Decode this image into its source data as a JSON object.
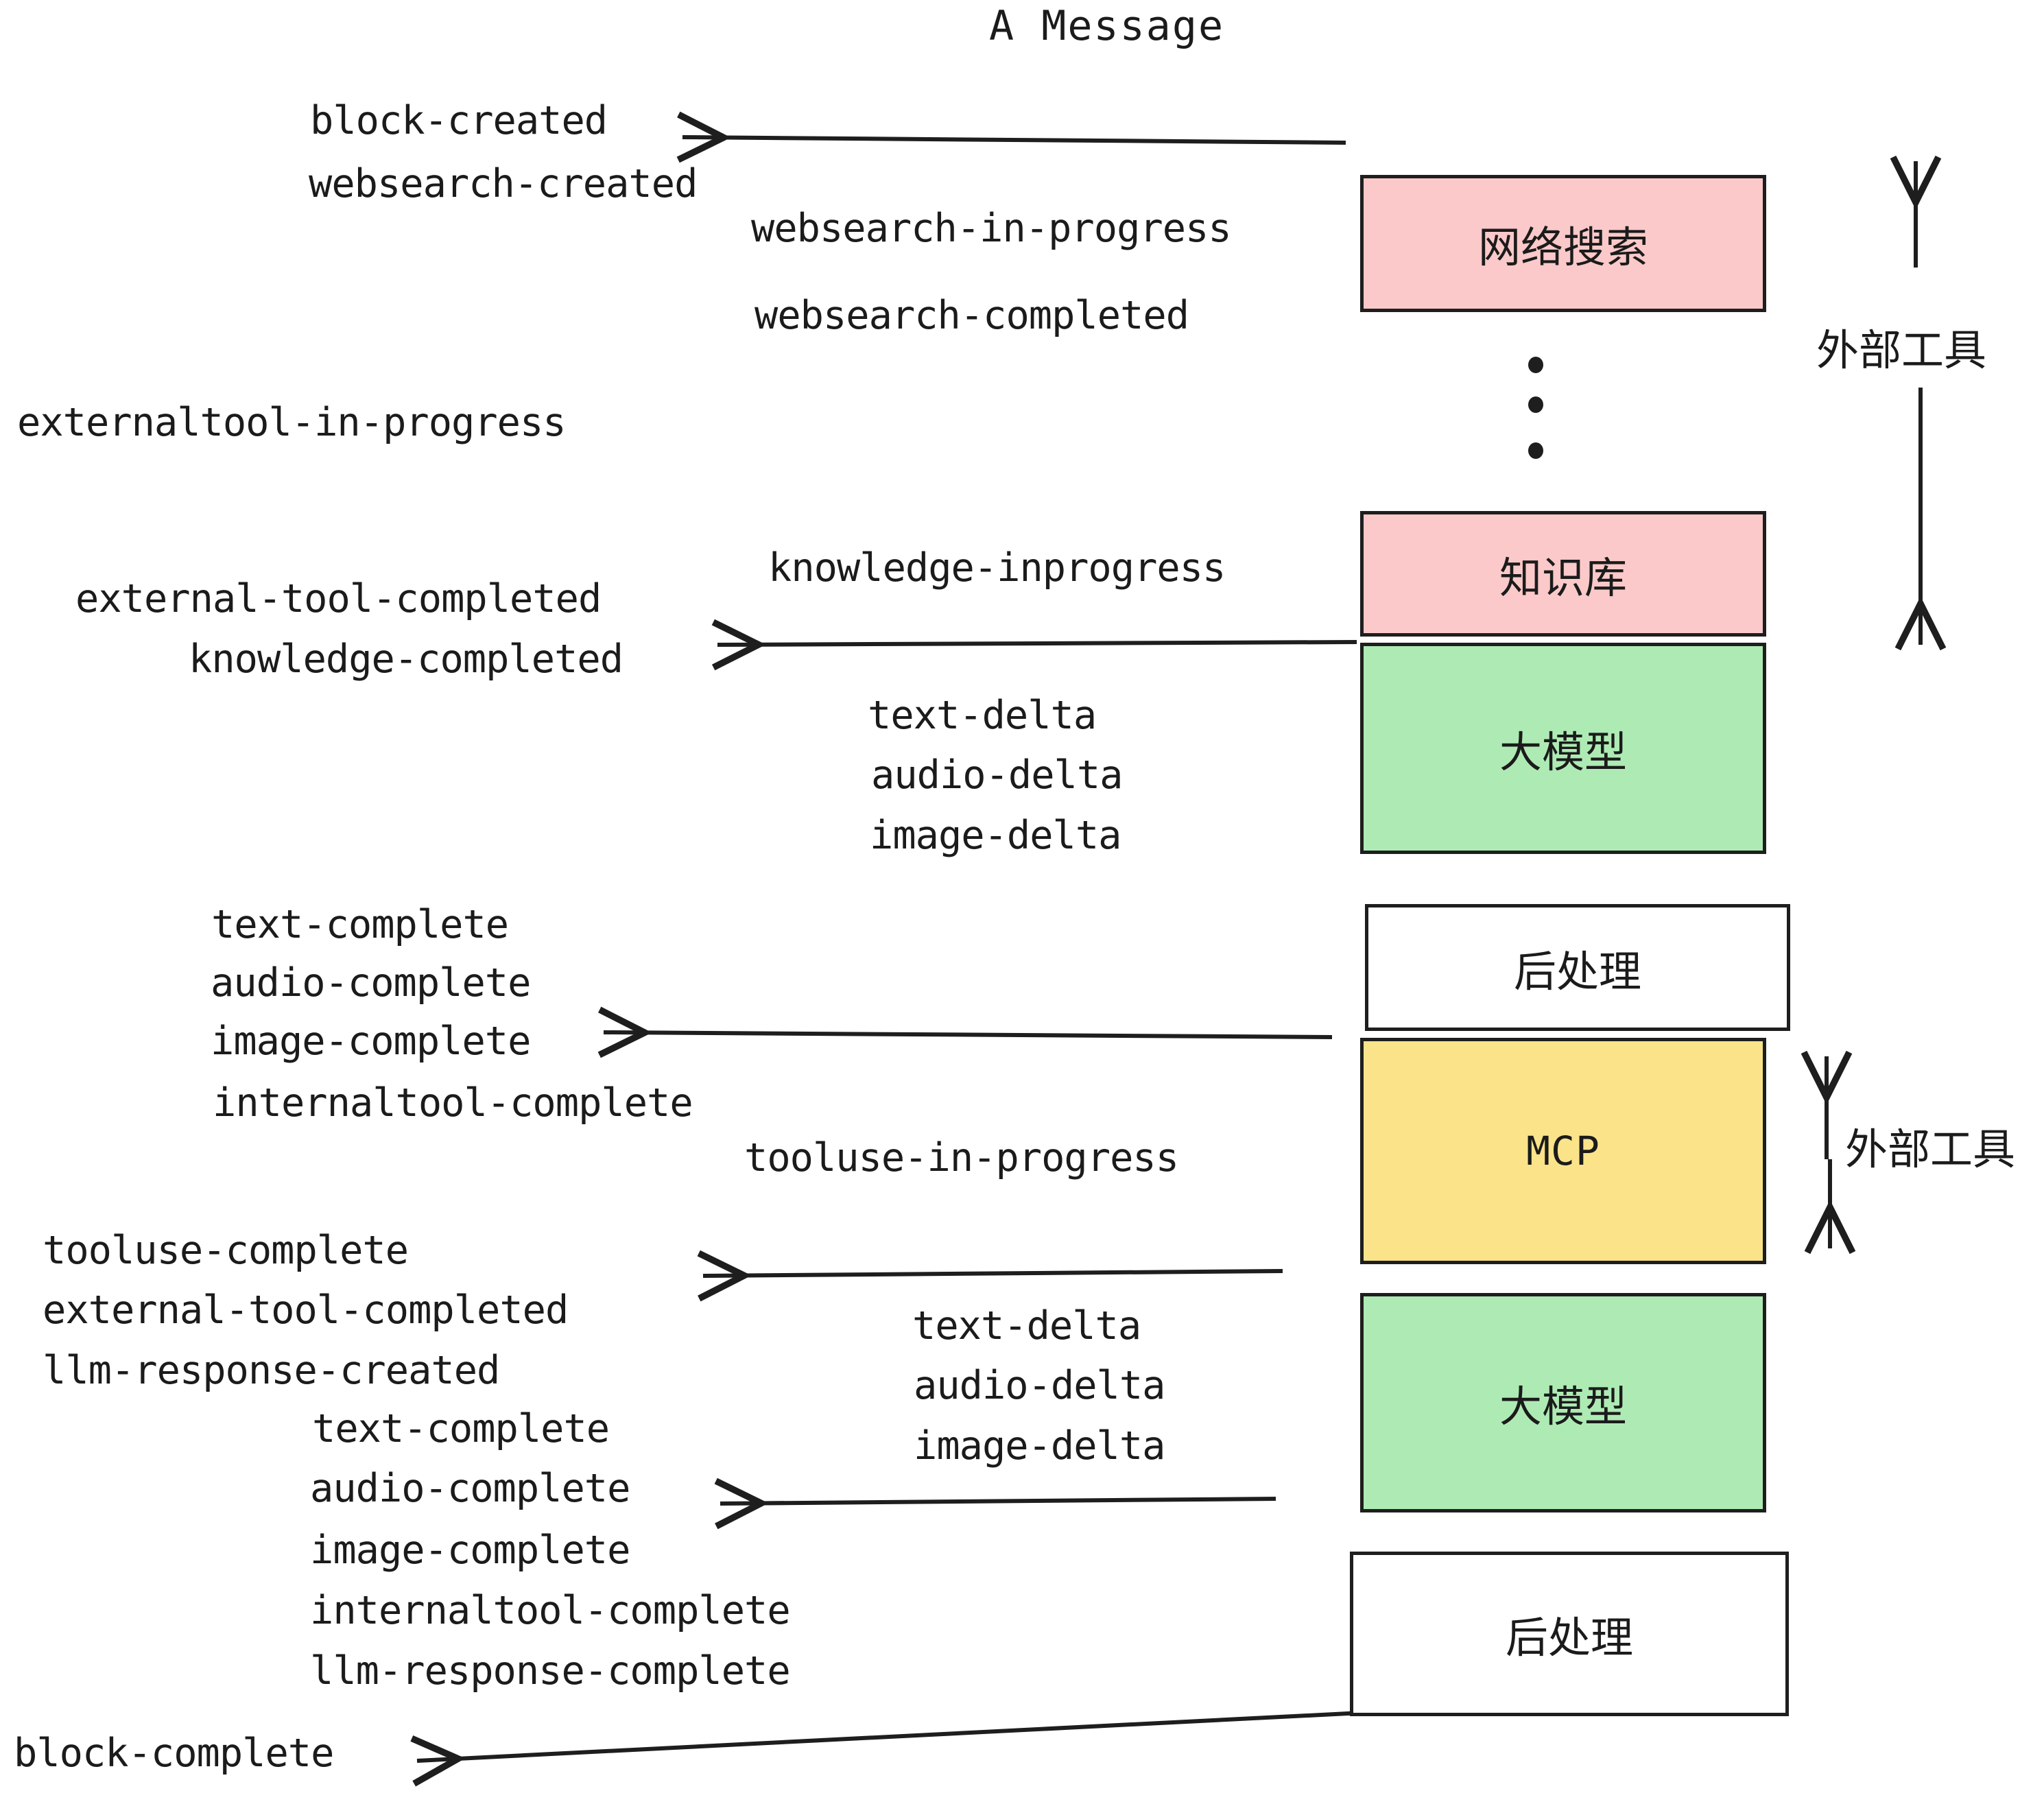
{
  "title": "A Message",
  "colors": {
    "pink": "#fbc9c9",
    "green": "#aeebb4",
    "yellow": "#fbe38a",
    "white": "#ffffff",
    "stroke": "#1e1e1e",
    "background": "#ffffff"
  },
  "boxes": {
    "websearch": "网络搜索",
    "knowledge": "知识库",
    "llm_top": "大模型",
    "postprocess_top": "后处理",
    "mcp": "MCP",
    "llm_bottom": "大模型",
    "postprocess_bottom": "后处理"
  },
  "side_labels": {
    "external_tool_top": "外部工具",
    "external_tool_bottom": "外部工具"
  },
  "events": {
    "block_created": "block-created",
    "websearch_created": "websearch-created",
    "websearch_in_progress": "websearch-in-progress",
    "websearch_completed": "websearch-completed",
    "externaltool_in_progress": "externaltool-in-progress",
    "knowledge_inprogress": "knowledge-inprogress",
    "external_tool_completed_1": "external-tool-completed",
    "knowledge_completed": "knowledge-completed",
    "text_delta_1": "text-delta",
    "audio_delta_1": "audio-delta",
    "image_delta_1": "image-delta",
    "text_complete_1": "text-complete",
    "audio_complete_1": "audio-complete",
    "image_complete_1": "image-complete",
    "internaltool_complete_1": "internaltool-complete",
    "tooluse_in_progress": "tooluse-in-progress",
    "tooluse_complete": "tooluse-complete",
    "external_tool_completed_2": "external-tool-completed",
    "llm_response_created": "llm-response-created",
    "text_delta_2": "text-delta",
    "audio_delta_2": "audio-delta",
    "image_delta_2": "image-delta",
    "text_complete_2": "text-complete",
    "audio_complete_2": "audio-complete",
    "image_complete_2": "image-complete",
    "internaltool_complete_2": "internaltool-complete",
    "llm_response_complete": "llm-response-complete",
    "block_complete": "block-complete"
  }
}
